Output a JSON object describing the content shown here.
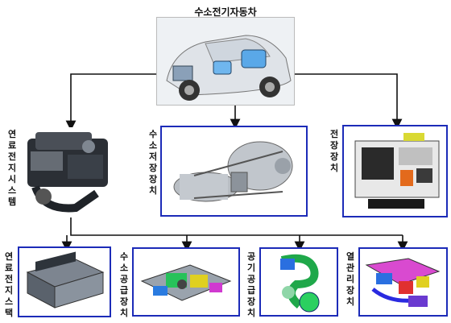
{
  "diagram": {
    "title": "수소전기자동차",
    "level1": [
      {
        "label": "연료전지시스템",
        "image": "fuel-cell-system-engine"
      },
      {
        "label": "수소저장장치",
        "image": "hydrogen-storage-tanks"
      },
      {
        "label": "전장장치",
        "image": "electrical-equipment-unit"
      }
    ],
    "level2": [
      {
        "label": "연료전지스택",
        "image": "fuel-cell-stack"
      },
      {
        "label": "수소공급장치",
        "image": "hydrogen-supply-device"
      },
      {
        "label": "공기공급장치",
        "image": "air-supply-device"
      },
      {
        "label": "열관리장치",
        "image": "thermal-management-device"
      }
    ]
  },
  "colors": {
    "box_border": "#1c2bb8",
    "arrow": "#111111"
  }
}
